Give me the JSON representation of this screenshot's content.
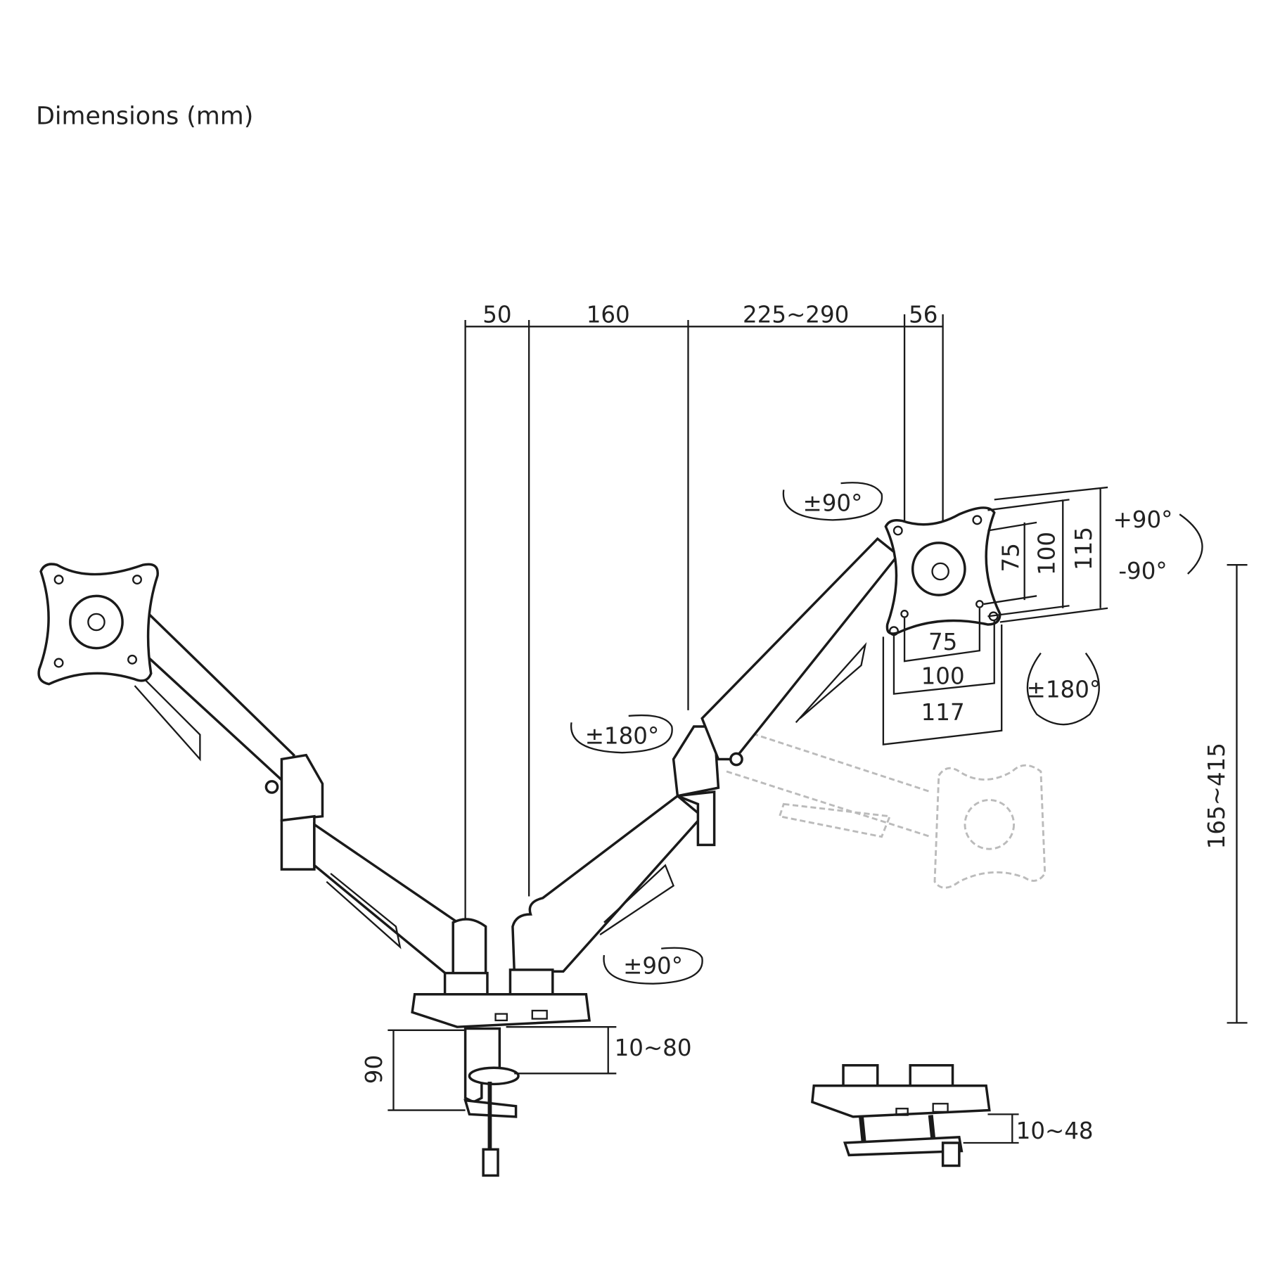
{
  "title": "Dimensions (mm)",
  "top_dims": {
    "d1": "50",
    "d2": "160",
    "d3": "225~290",
    "d4": "56"
  },
  "vesa": {
    "v75": "75",
    "v100": "100",
    "v115": "115",
    "h75": "75",
    "h100": "100",
    "h117": "117"
  },
  "rotations": {
    "tilt_up": "+90°",
    "tilt_down": "-90°",
    "rotate_plate": "±180°",
    "swivel_head": "±90°",
    "swivel_elbow": "±180°",
    "swivel_base": "±90°"
  },
  "heights": {
    "height_range": "165~415",
    "clamp_height": "90",
    "clamp_range": "10~80",
    "grommet_range": "10~48"
  }
}
